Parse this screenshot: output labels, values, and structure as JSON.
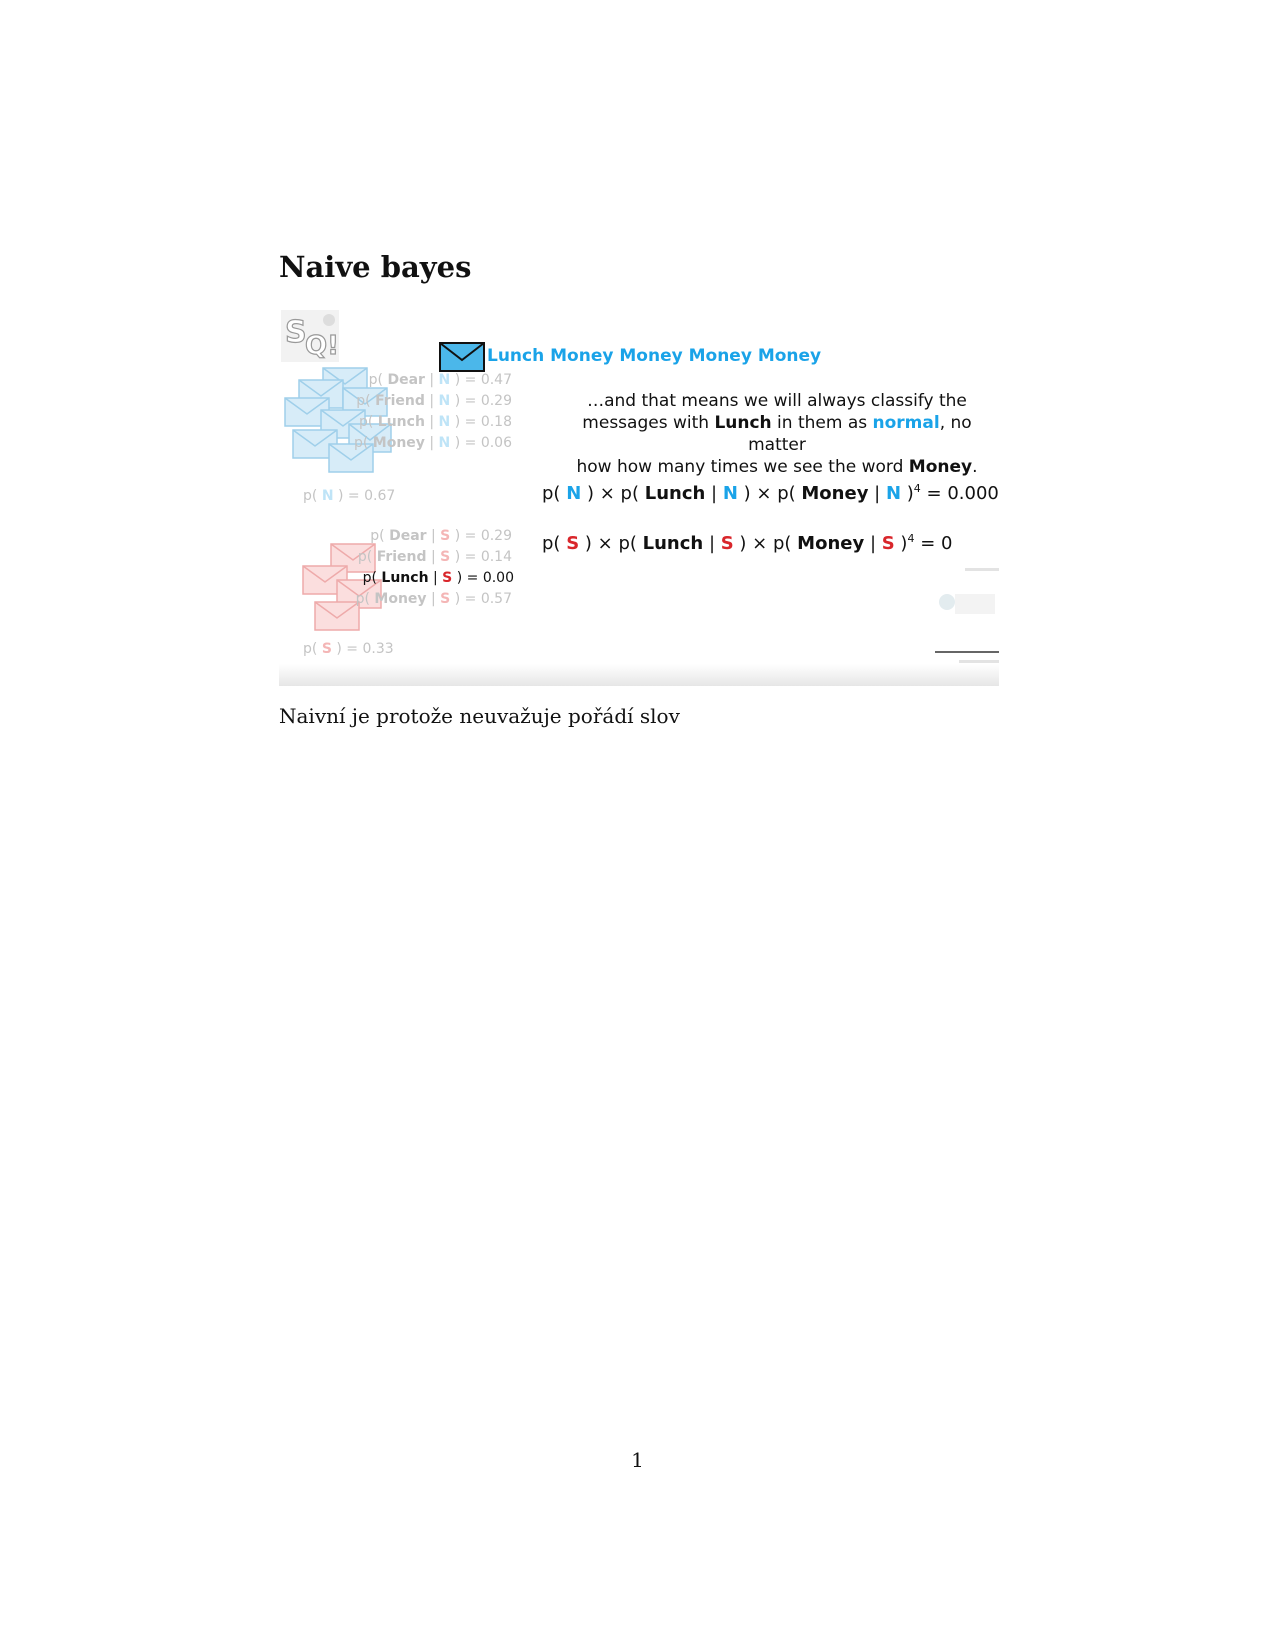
{
  "heading": "Naive bayes",
  "figure": {
    "subject": "Lunch Money Money Money Money",
    "normal": {
      "letter": "N",
      "probs": [
        {
          "word": "Dear",
          "value": "= 0.47"
        },
        {
          "word": "Friend",
          "value": "= 0.29"
        },
        {
          "word": "Lunch",
          "value": "= 0.18"
        },
        {
          "word": "Money",
          "value": "= 0.06"
        }
      ],
      "prior_value": "= 0.67"
    },
    "spam": {
      "letter": "S",
      "probs": [
        {
          "word": "Dear",
          "value": "= 0.29"
        },
        {
          "word": "Friend",
          "value": "= 0.14"
        },
        {
          "word": "Lunch",
          "value": "= 0.00"
        },
        {
          "word": "Money",
          "value": "= 0.57"
        }
      ],
      "prior_value": "= 0.33"
    },
    "explanation": {
      "line1": "…and that means we will always classify the",
      "line2_a": "messages with ",
      "line2_b": "Lunch",
      "line2_c": " in them as ",
      "line2_d": "normal",
      "line2_e": ", no matter",
      "line3_a": "how how many times we see the word ",
      "line3_b": "Money",
      "line3_c": "."
    },
    "equation_n": {
      "result": "= 0.000002"
    },
    "equation_s": {
      "result": "= 0"
    },
    "common": {
      "p_open": "p(",
      "close": " )",
      "times": " × ",
      "bar": " | ",
      "lunch": "Lunch",
      "money": "Money",
      "exp": "4"
    },
    "colors": {
      "normal_blue": "#1aa3e8",
      "spam_red": "#d9262b"
    }
  },
  "caption": "Naivní je protože neuvažuje pořádí slov",
  "page_number": "1"
}
